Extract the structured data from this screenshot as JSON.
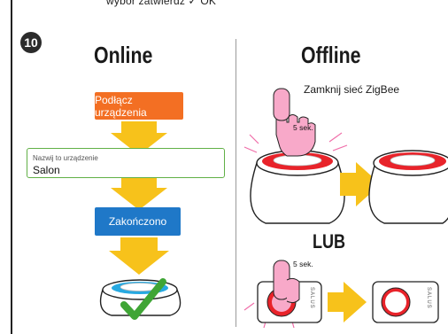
{
  "top_note": "wybór zatwierdź ✓ OK",
  "step_number": "10",
  "online": {
    "title": "Online",
    "connect_button": "Podłącz urządzenia",
    "name_field_label": "Nazwij to urządzenie",
    "name_field_value": "Salon",
    "done_button": "Zakończono"
  },
  "offline": {
    "title": "Offline",
    "instruction": "Zamknij sieć ZigBee",
    "or_label": "LUB",
    "hold_time_1": "5 sek.",
    "hold_time_2": "5 sek.",
    "brand_1": "SALUS",
    "brand_2": "SALUS"
  },
  "colors": {
    "arrow_yellow": "#f7c21b",
    "orange": "#f36f23",
    "blue": "#1f78c8",
    "green_check": "#3fa535",
    "ring_red": "#e8232a",
    "ring_blue": "#27a9e1"
  }
}
